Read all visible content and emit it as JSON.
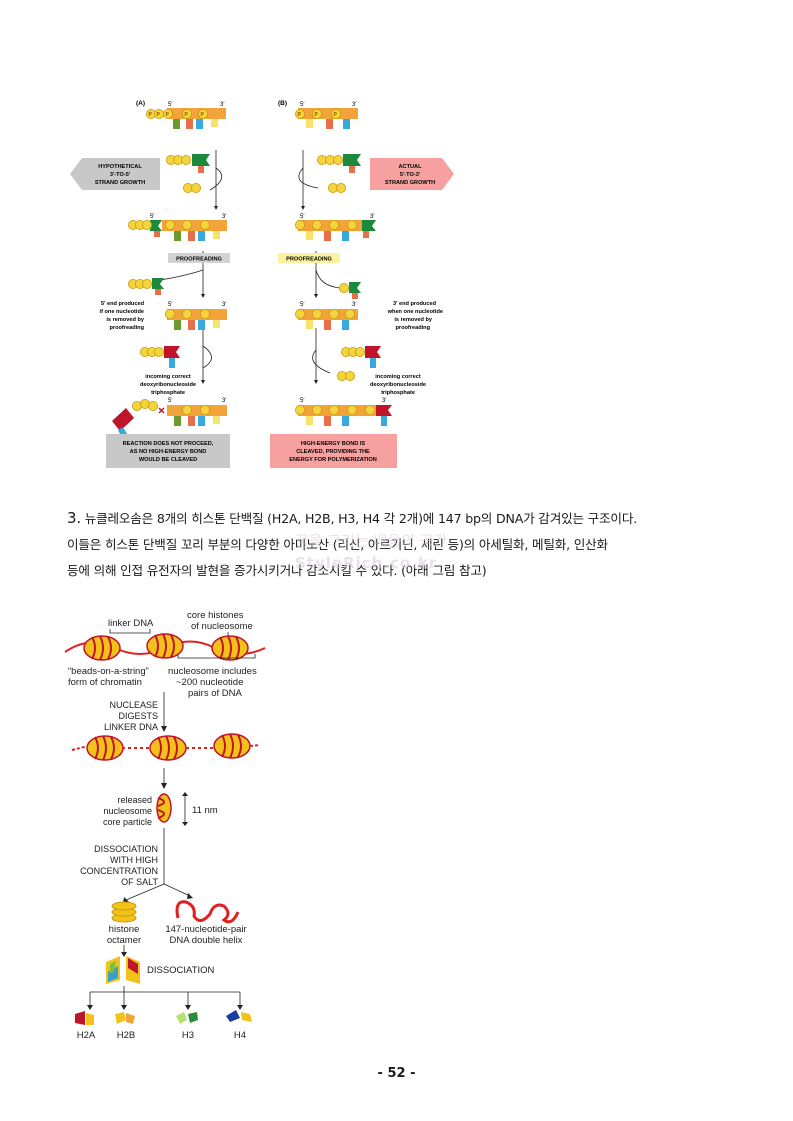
{
  "figure1": {
    "panel_a": "(A)",
    "panel_b": "(B)",
    "five_prime": "5′",
    "three_prime": "3′",
    "p": "P",
    "hypothetical_box": [
      "HYPOTHETICAL",
      "3′-TO-5′",
      "STRAND GROWTH"
    ],
    "actual_box": [
      "ACTUAL",
      "5′-TO-3′",
      "STRAND GROWTH"
    ],
    "proofreading": "PROOFREADING",
    "left_note_5end": [
      "5′ end produced",
      "if one nucleotide",
      "is removed by",
      "proofreading"
    ],
    "right_note_3end": [
      "3′ end produced",
      "when one nucleotide",
      "is removed by",
      "proofreading"
    ],
    "incoming": [
      "incoming correct",
      "deoxyribonucleoside",
      "triphosphate"
    ],
    "left_result": [
      "REACTION DOES NOT PROCEED,",
      "AS NO HIGH-ENERGY BOND",
      "WOULD BE CLEAVED"
    ],
    "right_result": [
      "HIGH-ENERGY BOND IS",
      "CLEAVED, PROVIDING THE",
      "ENERGY FOR POLYMERIZATION"
    ]
  },
  "paragraph": {
    "number": "3.",
    "line1": " 뉴클레오솜은 8개의 히스톤 단백질 (H2A, H2B, H3, H4 각 2개)에 147 bp의 DNA가 감겨있는 구조이다.",
    "line2": "이들은 히스톤 단백질 꼬리 부분의 다양한 아미노산 (리신, 아르기닌, 세린 등)의 아세틸화, 메틸화, 인산화",
    "line3": "등에 의해 인접 유전자의 발현을 증가시키거나 감소시킬 수 있다. (아래 그림 참고)"
  },
  "watermark": {
    "line1": "꿈을 그리는 배움의 공간",
    "line2": "StyleRich.co.kr"
  },
  "figure2": {
    "linker_dna": "linker DNA",
    "core_histones": [
      "core histones",
      "of nucleosome"
    ],
    "beads": [
      "“beads-on-a-string”",
      "form of chromatin"
    ],
    "nucleosome_includes": [
      "nucleosome includes",
      "~200 nucleotide",
      "pairs of DNA"
    ],
    "nuclease": [
      "NUCLEASE",
      "DIGESTS",
      "LINKER DNA"
    ],
    "released": [
      "released",
      "nucleosome",
      "core particle"
    ],
    "size": "11 nm",
    "dissociation_salt": [
      "DISSOCIATION",
      "WITH HIGH",
      "CONCENTRATION",
      "OF SALT"
    ],
    "histone_octamer": [
      "histone",
      "octamer"
    ],
    "dna_helix": [
      "147-nucleotide-pair",
      "DNA double helix"
    ],
    "dissociation": "DISSOCIATION",
    "histones": [
      "H2A",
      "H2B",
      "H3",
      "H4"
    ]
  },
  "footer": {
    "page": "- 52 -"
  },
  "colors": {
    "backbone": "#f2a33a",
    "phosphate": "#f4d43a",
    "pink_box": "#f7a0a0",
    "gray_box": "#c8c8c8",
    "nucleosome": "#f2c21a",
    "dna": "#e02020"
  }
}
